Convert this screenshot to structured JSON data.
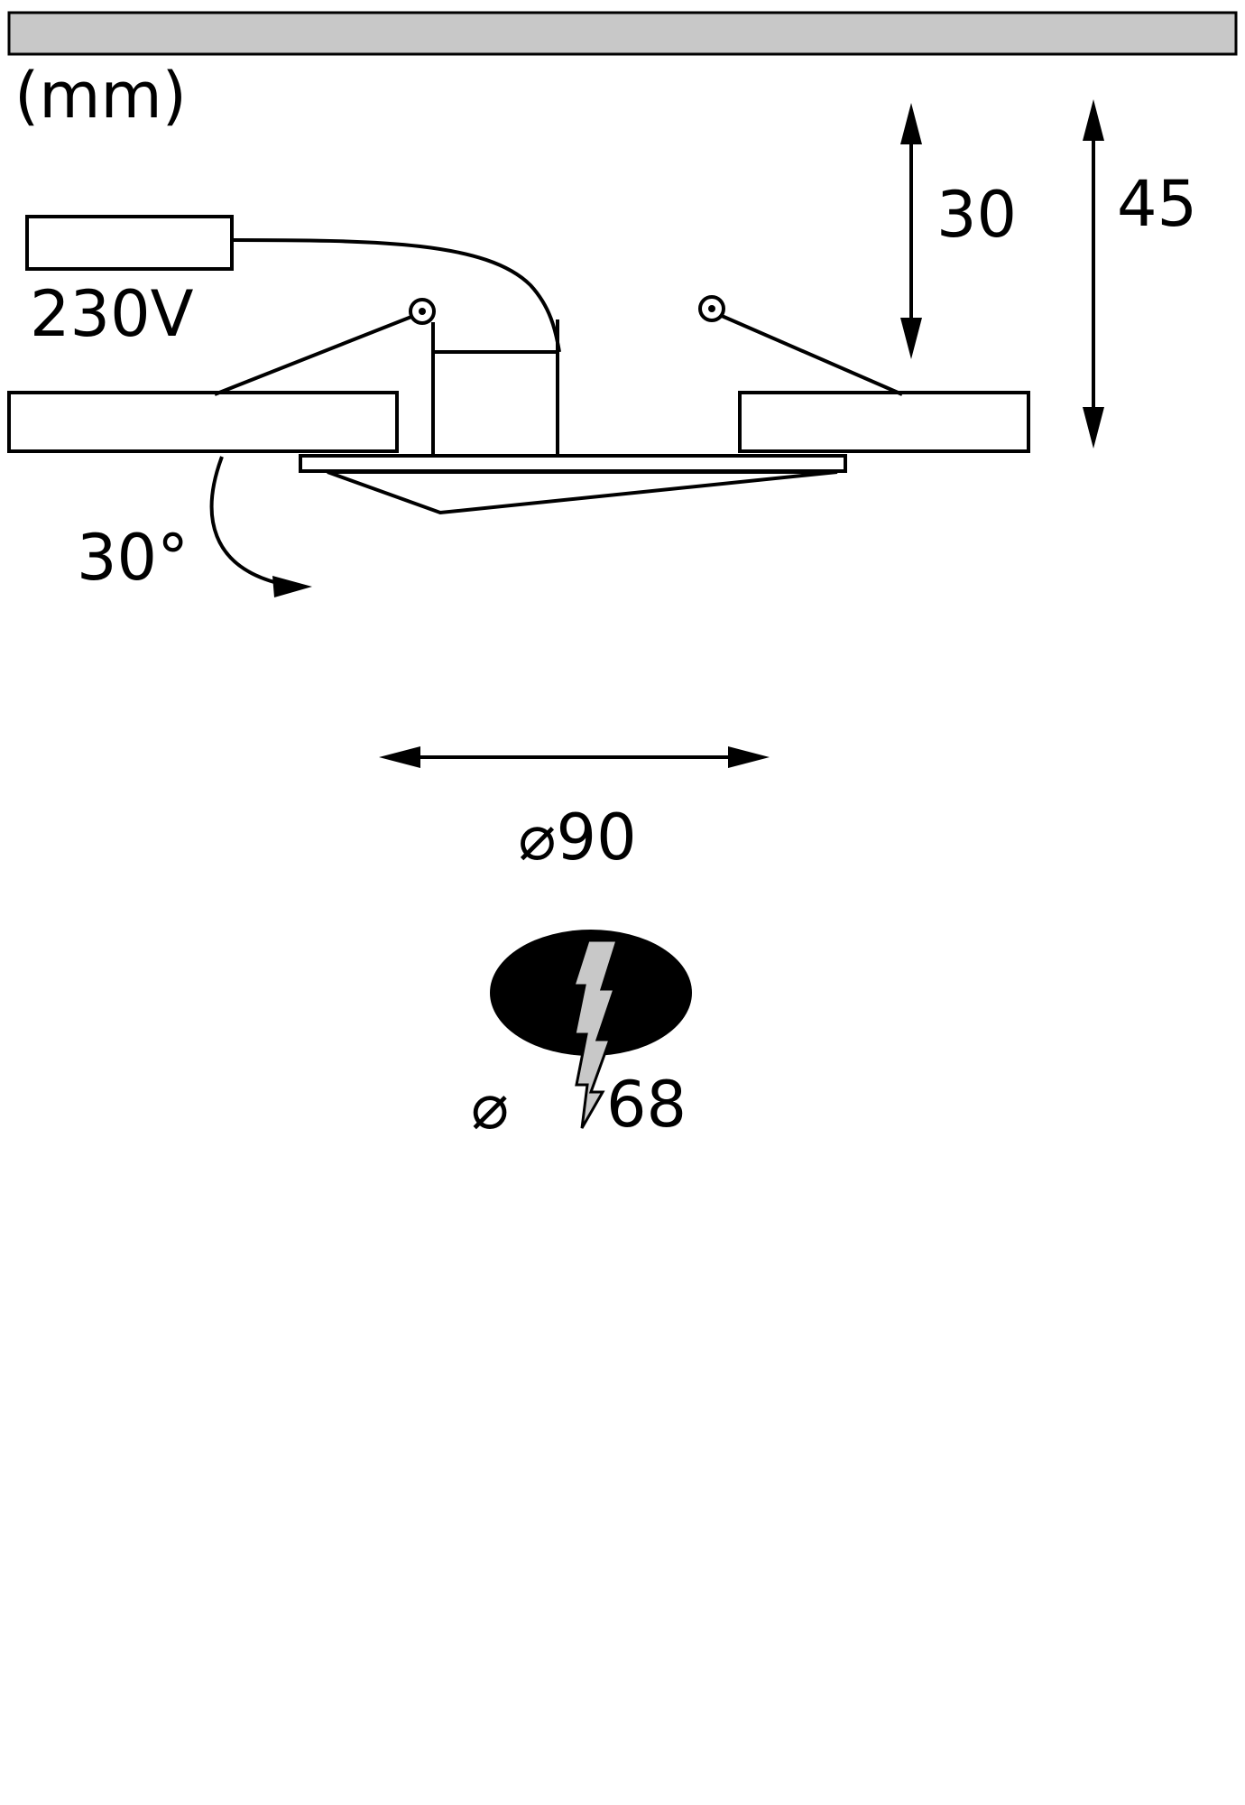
{
  "unit_label": "(mm)",
  "labels": {
    "voltage": "230V",
    "height_upper": "30",
    "height_total": "45",
    "tilt_angle": "30°",
    "outer_diameter": "⌀90",
    "cutout_symbol": "⌀",
    "cutout_value": "68"
  },
  "colors": {
    "ceiling_bar": "#c8c8c8",
    "ceiling_panel": "#9c9c9b",
    "bolt": "#c8c8c8",
    "ellipse": "#000000",
    "outline": "#000000",
    "background": "#ffffff"
  }
}
